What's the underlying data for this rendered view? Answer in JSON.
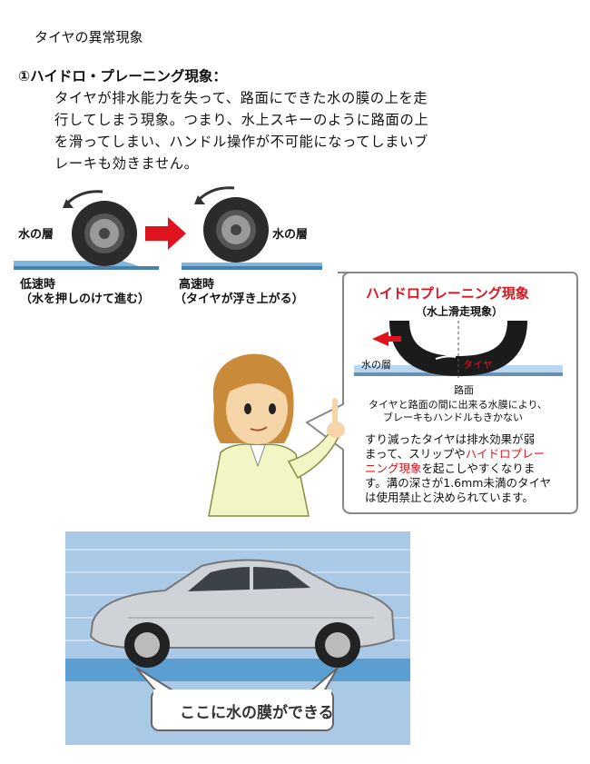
{
  "document": {
    "title": "タイヤの異常現象",
    "section_heading": "①ハイドロ・プレーニング現象：",
    "body_lines": [
      "タイヤが排水能力を失って、路面にできた水の膜の上を走",
      "行してしまう現象。つまり、水上スキーのように路面の上",
      "を滑ってしまい、ハンドル操作が不可能になってしまいブ",
      "レーキも効きません。"
    ]
  },
  "diagram": {
    "left_water_label": "水の層",
    "right_water_label": "水の層",
    "low_speed_title": "低速時",
    "low_speed_desc": "（水を押しのけて進む）",
    "high_speed_title": "高速時",
    "high_speed_desc": "（タイヤが浮き上がる）"
  },
  "callout": {
    "title": "ハイドロプレーニング現象",
    "subtitle": "（水上滑走現象）",
    "water_layer_label": "水の層",
    "tire_label": "タイヤ",
    "road_label": "路面",
    "caption_lines": [
      "タイヤと路面の間に出来る水膜により、",
      "ブレーキもハンドルもきかない"
    ],
    "note_line1": "すり減ったタイヤは排水効果が弱",
    "note_line2_a": "まって、スリップや",
    "note_line2_b": "ハイドロプレー",
    "note_line3_a": "ニング現象",
    "note_line3_b": "を起こしやすくなりま",
    "note_line4": "す。溝の深さが1.6mm未満のタイヤ",
    "note_line5": "は使用禁止と決められています。"
  },
  "car_illustration": {
    "caption": "ここに水の膜ができる"
  },
  "colors": {
    "accent_red": "#e0141e",
    "water_blue": "#7fb6dd",
    "tire_dark": "#2b2b2b"
  }
}
